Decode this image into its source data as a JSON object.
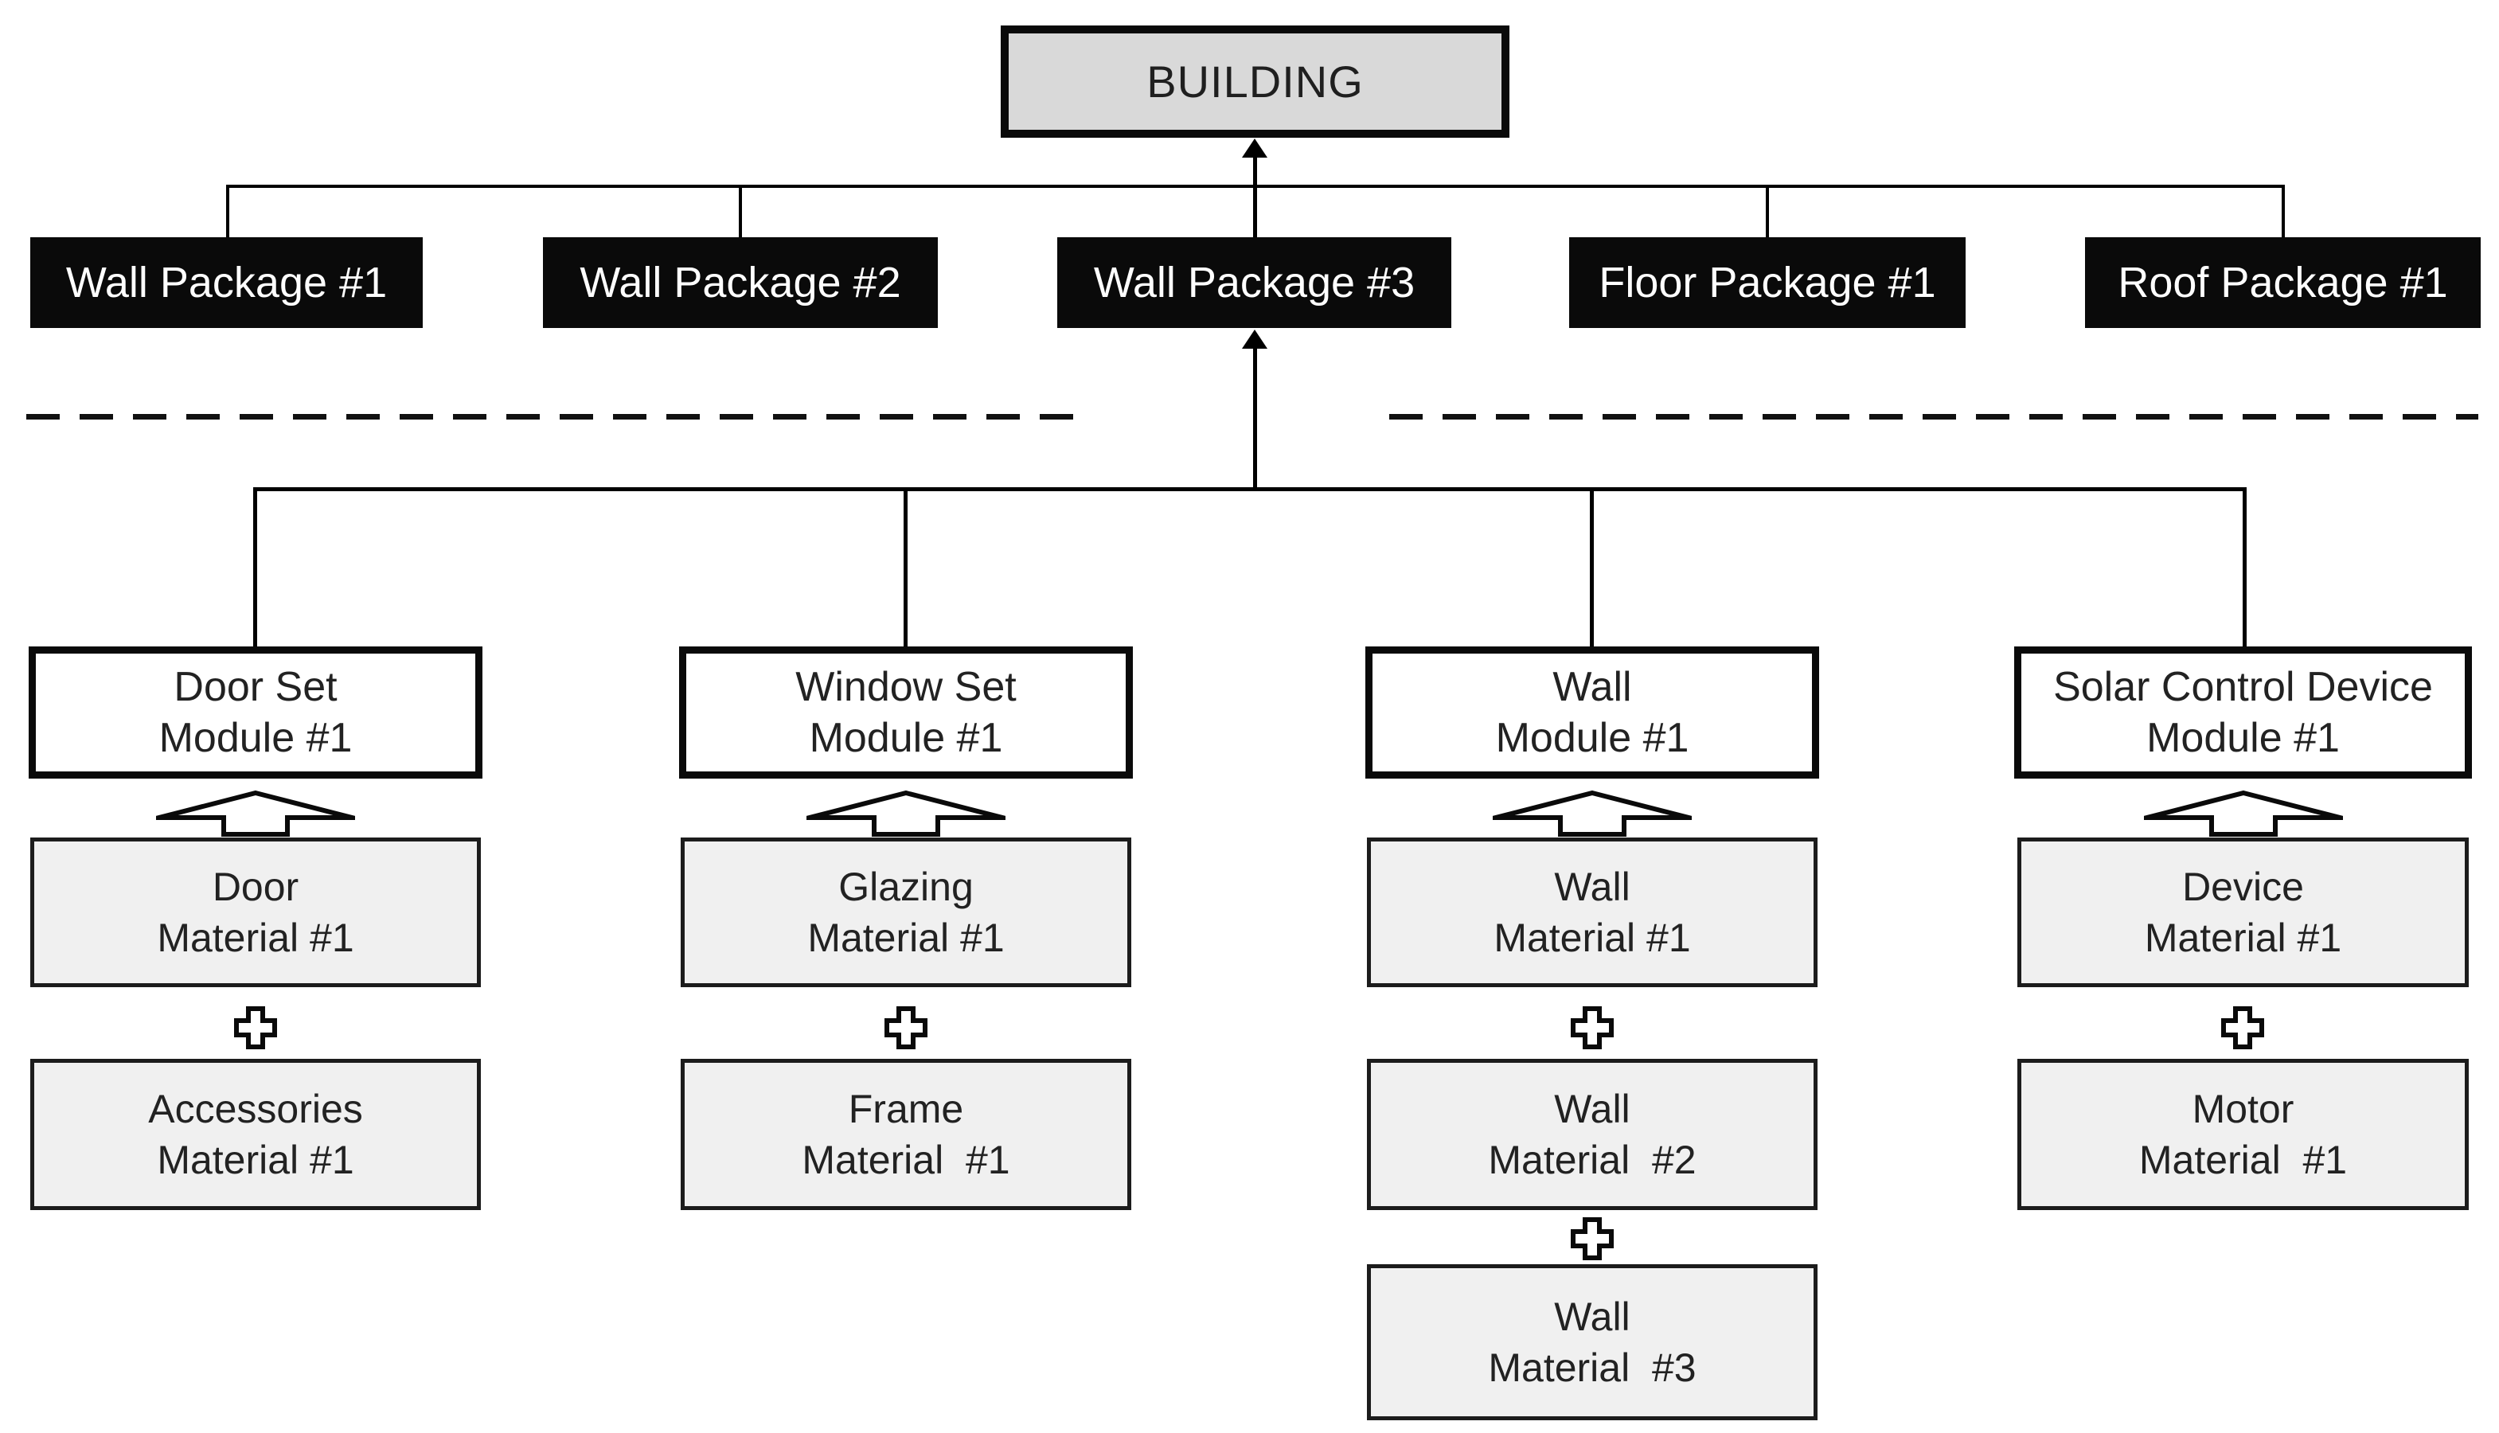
{
  "diagram": {
    "root_label": "BUILDING",
    "packages": [
      "Wall Package #1",
      "Wall Package #2",
      "Wall Package #3",
      "Floor Package #1",
      "Roof Package #1"
    ],
    "modules": [
      {
        "module": "Door Set\nModule #1",
        "materials": [
          "Door\nMaterial #1",
          "Accessories\nMaterial #1"
        ]
      },
      {
        "module": "Window Set\nModule #1",
        "materials": [
          "Glazing\nMaterial #1",
          "Frame\nMaterial  #1"
        ]
      },
      {
        "module": "Wall\nModule #1",
        "materials": [
          "Wall\nMaterial #1",
          "Wall\nMaterial  #2",
          "Wall\nMaterial  #3"
        ]
      },
      {
        "module": "Solar Control Device\nModule #1",
        "materials": [
          "Device\nMaterial #1",
          "Motor\nMaterial  #1"
        ]
      }
    ],
    "icons": {
      "arrowhead": "arrow-up-icon",
      "block_arrow": "block-arrow-up-icon",
      "plus": "plus-icon"
    },
    "colors": {
      "root_fill": "#d9d9d9",
      "package_fill": "#0a0a0a",
      "package_text": "#ffffff",
      "module_fill": "#ffffff",
      "material_fill": "#f0f0f0",
      "line": "#000000",
      "text": "#222222"
    }
  }
}
